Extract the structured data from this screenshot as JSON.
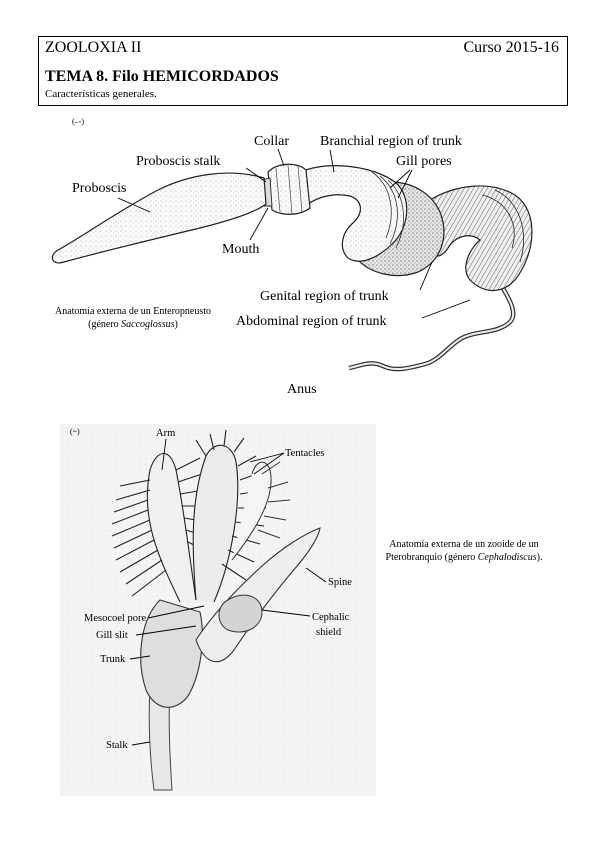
{
  "header": {
    "course": "ZOOLOXIA II",
    "year": "Curso 2015-16",
    "topic": "TEMA 8. Filo HEMICORDADOS",
    "subtitle": "Características generales."
  },
  "figure1": {
    "labels": {
      "collar": "Collar",
      "branchial": "Branchial region of trunk",
      "proboscis_stalk": "Proboscis stalk",
      "gill_pores": "Gill pores",
      "proboscis": "Proboscis",
      "mouth": "Mouth",
      "genital": "Genital region of trunk",
      "abdominal": "Abdominal region of trunk",
      "anus": "Anus"
    },
    "caption": {
      "prefix": "Anatomía externa de un Enteropneusto (género",
      "genus": "Saccoglossus",
      "suffix": ")"
    }
  },
  "figure2": {
    "labels": {
      "arm": "Arm",
      "tentacles": "Tentacles",
      "spine": "Spine",
      "mesocoel_pore": "Mesocoel pore",
      "cephalic_1": "Cephalic",
      "cephalic_2": "shield",
      "gill_slit": "Gill slit",
      "trunk": "Trunk",
      "stalk": "Stalk"
    },
    "caption": {
      "prefix": "Anatomía externa de un zooide de un Pterobranquio (género",
      "genus": "Cephalodiscus",
      "suffix": ")."
    }
  }
}
